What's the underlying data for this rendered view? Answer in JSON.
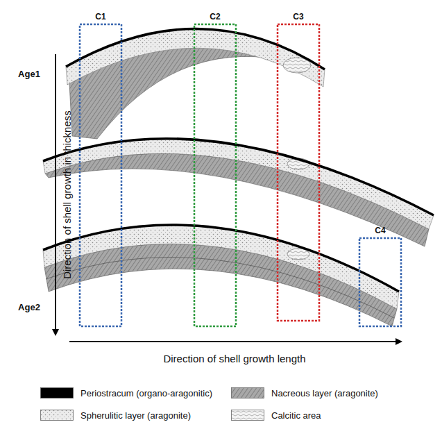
{
  "diagram": {
    "labels": [
      "C1",
      "C2",
      "C3",
      "Age1",
      "Direction of shell growth in thickness",
      "C4",
      "Age2",
      "Direction of shell growth length"
    ],
    "legend": [
      {
        "text": "Periostracum (organo-aragonitic)",
        "color": "#000000"
      },
      {
        "text": "Nacreous layer (aragonite)"
      },
      {
        "text": "Spherulitic layer (aragonite)"
      },
      {
        "text": "Calcitic area"
      }
    ]
  }
}
